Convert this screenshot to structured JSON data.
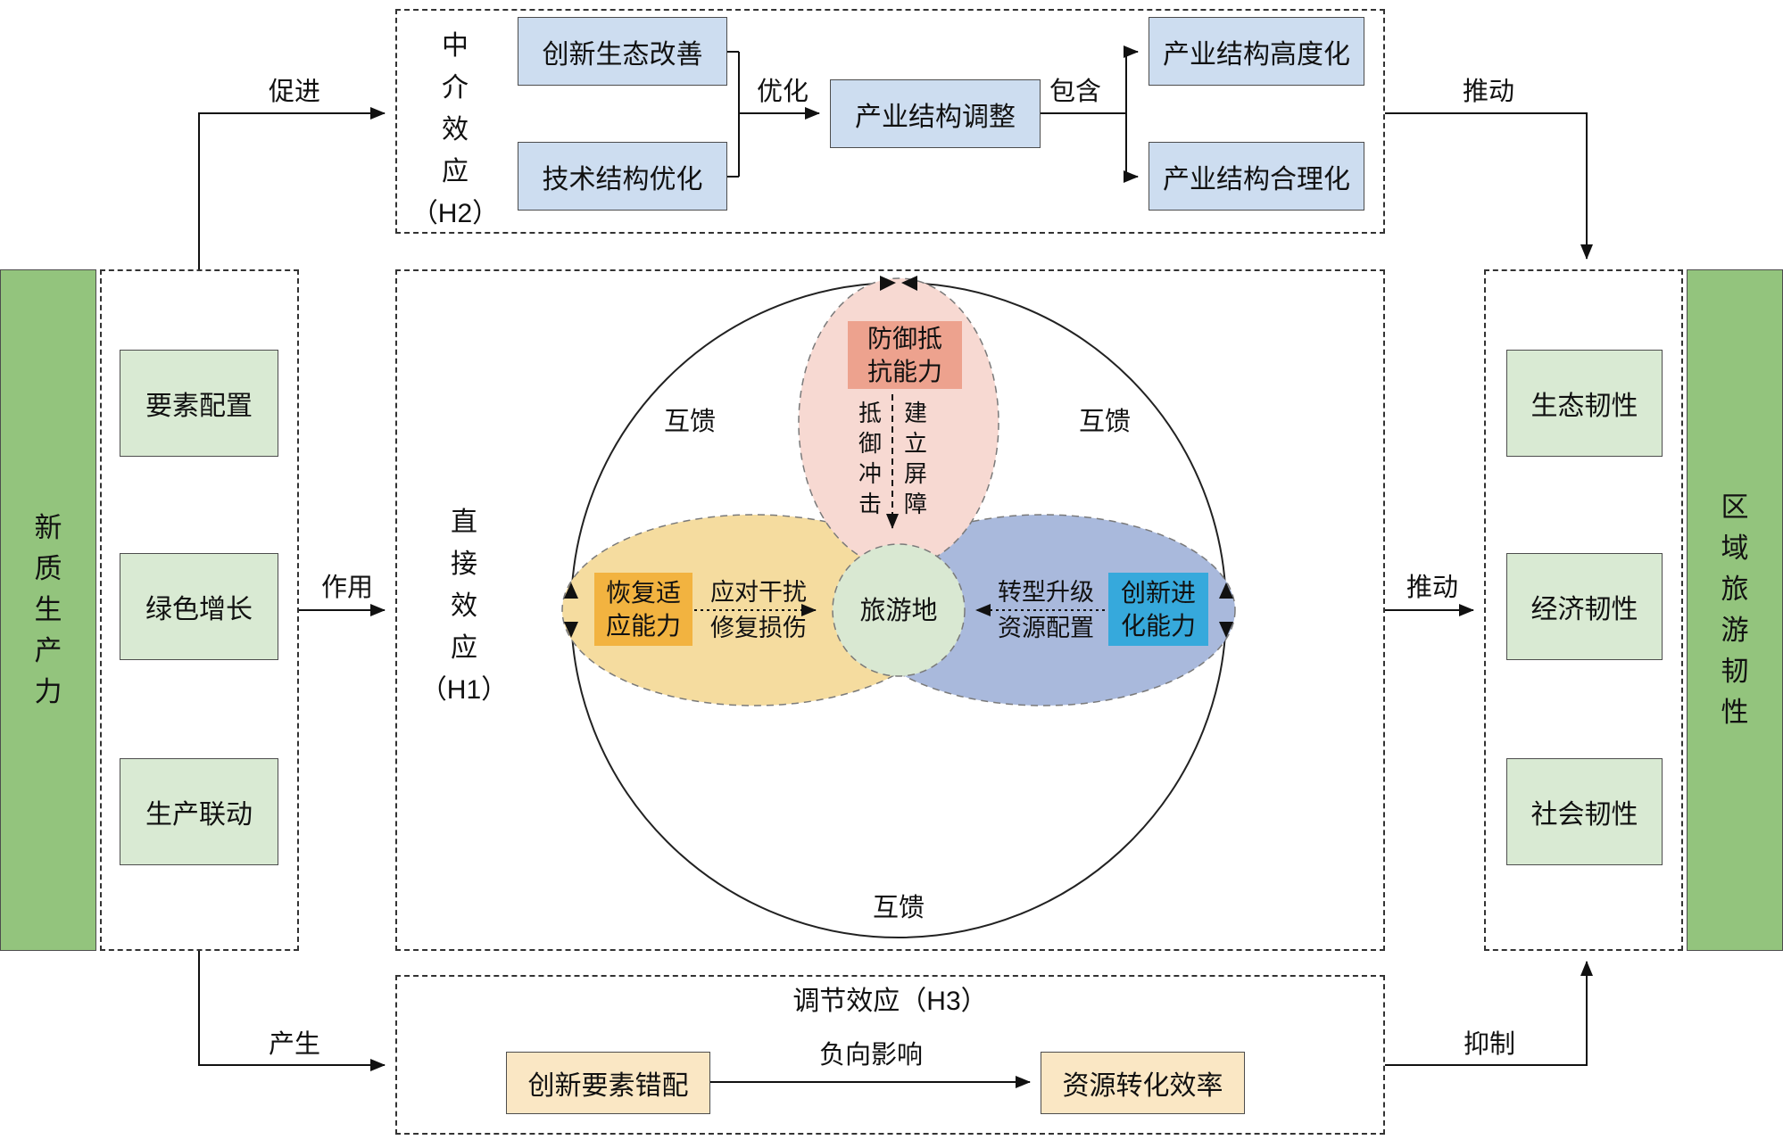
{
  "left_bar": {
    "label": "新\n质\n生\n产\n力"
  },
  "left_panel": {
    "items": [
      {
        "label": "要素配置"
      },
      {
        "label": "绿色增长"
      },
      {
        "label": "生产联动"
      }
    ]
  },
  "right_panel": {
    "items": [
      {
        "label": "生态韧性"
      },
      {
        "label": "经济韧性"
      },
      {
        "label": "社会韧性"
      }
    ]
  },
  "right_bar": {
    "label": "区\n域\n旅\n游\n韧\n性"
  },
  "mediation": {
    "title": "中\n介\n效\n应\n（H2）",
    "eco_box": "创新生态改善",
    "tech_box": "技术结构优化",
    "optimize_label": "优化",
    "adjust_box": "产业结构调整",
    "include_label": "包含",
    "upgrade_box": "产业结构高度化",
    "rational_box": "产业结构合理化"
  },
  "direct": {
    "title": "直\n接\n效\n应\n（H1）",
    "defense_box": "防御抵\n抗能力",
    "resist_column": "抵\n御\n冲\n击",
    "barrier_column": "建\n立\n屏\n障",
    "recovery_box": "恢复适\n应能力",
    "cope_line1": "应对干扰",
    "cope_line2": "修复损伤",
    "destination": "旅游地",
    "transform_line1": "转型升级",
    "transform_line2": "资源配置",
    "evolution_box": "创新进\n化能力",
    "feedback_top_left": "互馈",
    "feedback_top_right": "互馈",
    "feedback_bottom": "互馈"
  },
  "moderation": {
    "title": "调节效应（H3）",
    "mismatch_box": "创新要素错配",
    "negative_label": "负向影响",
    "efficiency_box": "资源转化效率"
  },
  "edges": {
    "promote": "促进",
    "push_top": "推动",
    "effect": "作用",
    "push_mid": "推动",
    "generate": "产生",
    "suppress": "抑制"
  },
  "colors": {
    "green_bar": "#93c47d",
    "green_box": "#d9ead3",
    "blue_box": "#cdddf0",
    "tan_box": "#fae7c4",
    "defense_chip": "#eda28e",
    "recovery_chip": "#f2b340",
    "evolution_chip": "#36a9dc",
    "pink_ellipse": "#f7d9d2",
    "yellow_ellipse": "#f5dc9f",
    "blue_ellipse": "#a9b9dc",
    "center_circle": "#d9e8d2"
  }
}
